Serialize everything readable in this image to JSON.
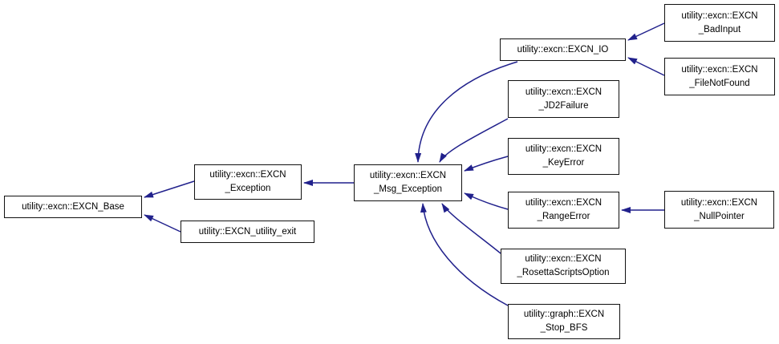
{
  "diagram": {
    "kind": "class-inheritance-graph",
    "colors": {
      "edge": "#21218c",
      "node_border": "#111111",
      "node_background": "#ffffff",
      "text": "#000000",
      "page_background": "#ffffff"
    },
    "nodes": {
      "excn_base": {
        "label": "utility::excn::EXCN_Base"
      },
      "excn_exception": {
        "label": "utility::excn::EXCN\n_Exception"
      },
      "utility_exit": {
        "label": "utility::EXCN_utility_exit"
      },
      "msg_exception": {
        "label": "utility::excn::EXCN\n_Msg_Exception"
      },
      "excn_io": {
        "label": "utility::excn::EXCN_IO"
      },
      "jd2_failure": {
        "label": "utility::excn::EXCN\n_JD2Failure"
      },
      "key_error": {
        "label": "utility::excn::EXCN\n_KeyError"
      },
      "range_error": {
        "label": "utility::excn::EXCN\n_RangeError"
      },
      "rosetta_scripts_option": {
        "label": "utility::excn::EXCN\n_RosettaScriptsOption"
      },
      "stop_bfs": {
        "label": "utility::graph::EXCN\n_Stop_BFS"
      },
      "bad_input": {
        "label": "utility::excn::EXCN\n_BadInput"
      },
      "file_not_found": {
        "label": "utility::excn::EXCN\n_FileNotFound"
      },
      "null_pointer": {
        "label": "utility::excn::EXCN\n_NullPointer"
      }
    },
    "edges": [
      {
        "from": "utility::excn::EXCN_Exception",
        "to": "utility::excn::EXCN_Base"
      },
      {
        "from": "utility::EXCN_utility_exit",
        "to": "utility::excn::EXCN_Base"
      },
      {
        "from": "utility::excn::EXCN_Msg_Exception",
        "to": "utility::excn::EXCN_Exception"
      },
      {
        "from": "utility::excn::EXCN_IO",
        "to": "utility::excn::EXCN_Msg_Exception"
      },
      {
        "from": "utility::excn::EXCN_JD2Failure",
        "to": "utility::excn::EXCN_Msg_Exception"
      },
      {
        "from": "utility::excn::EXCN_KeyError",
        "to": "utility::excn::EXCN_Msg_Exception"
      },
      {
        "from": "utility::excn::EXCN_RangeError",
        "to": "utility::excn::EXCN_Msg_Exception"
      },
      {
        "from": "utility::excn::EXCN_RosettaScriptsOption",
        "to": "utility::excn::EXCN_Msg_Exception"
      },
      {
        "from": "utility::graph::EXCN_Stop_BFS",
        "to": "utility::excn::EXCN_Msg_Exception"
      },
      {
        "from": "utility::excn::EXCN_BadInput",
        "to": "utility::excn::EXCN_IO"
      },
      {
        "from": "utility::excn::EXCN_FileNotFound",
        "to": "utility::excn::EXCN_IO"
      },
      {
        "from": "utility::excn::EXCN_NullPointer",
        "to": "utility::excn::EXCN_RangeError"
      }
    ]
  }
}
